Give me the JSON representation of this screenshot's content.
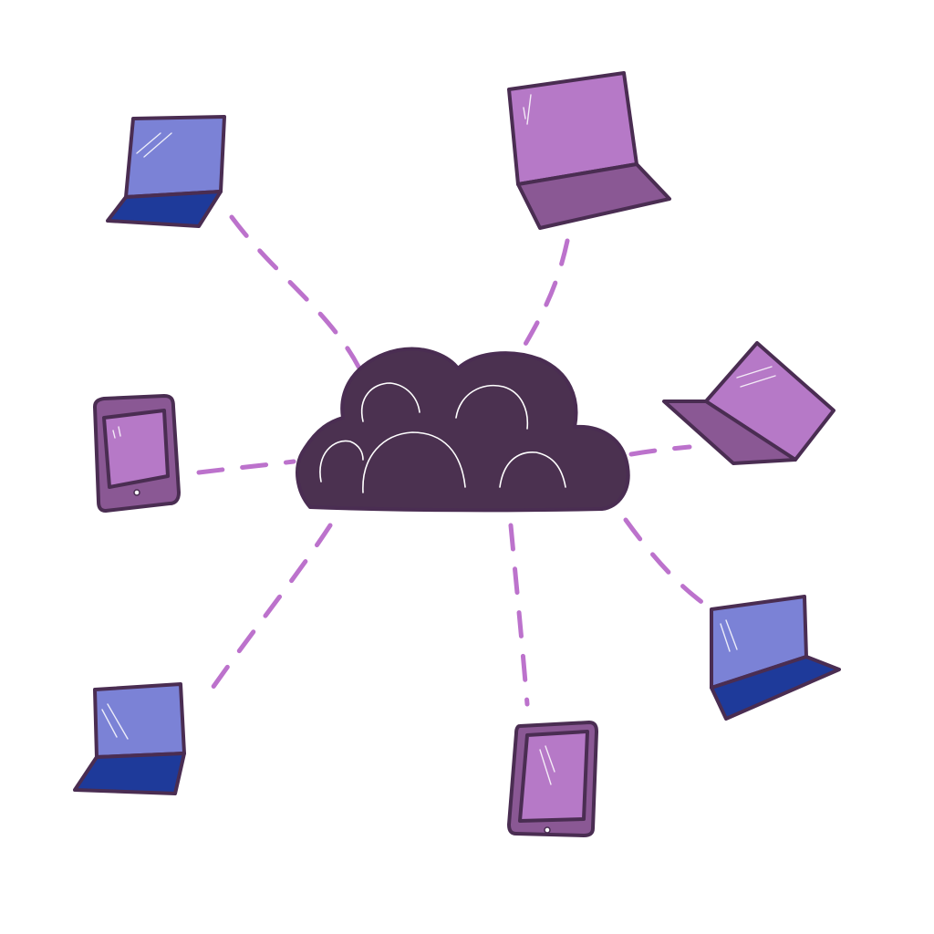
{
  "diagram": {
    "hub": {
      "kind": "cloud",
      "icon": "cloud-icon",
      "fill": "#4b3150",
      "arc_color": "#ffffff"
    },
    "devices": [
      {
        "id": "laptop-top-left",
        "kind": "laptop",
        "icon": "laptop-icon",
        "palette": "blue"
      },
      {
        "id": "laptop-top-right",
        "kind": "laptop",
        "icon": "laptop-icon",
        "palette": "purple"
      },
      {
        "id": "tablet-left",
        "kind": "tablet",
        "icon": "tablet-icon",
        "palette": "purple"
      },
      {
        "id": "laptop-right-open",
        "kind": "laptop",
        "icon": "laptop-icon",
        "palette": "purple"
      },
      {
        "id": "laptop-bottom-left",
        "kind": "laptop",
        "icon": "laptop-icon",
        "palette": "blue"
      },
      {
        "id": "tablet-bottom",
        "kind": "tablet",
        "icon": "tablet-icon",
        "palette": "purple"
      },
      {
        "id": "laptop-bottom-right",
        "kind": "laptop",
        "icon": "laptop-icon",
        "palette": "blue"
      }
    ],
    "connection_style": "dashed",
    "colors": {
      "link": "#bc72cc",
      "outline": "#4a2d52",
      "blue_screen": "#7b82d6",
      "blue_base": "#1e3a9a",
      "purple_screen": "#b679c7",
      "purple_base": "#8a5894",
      "background": "#ffffff"
    }
  }
}
